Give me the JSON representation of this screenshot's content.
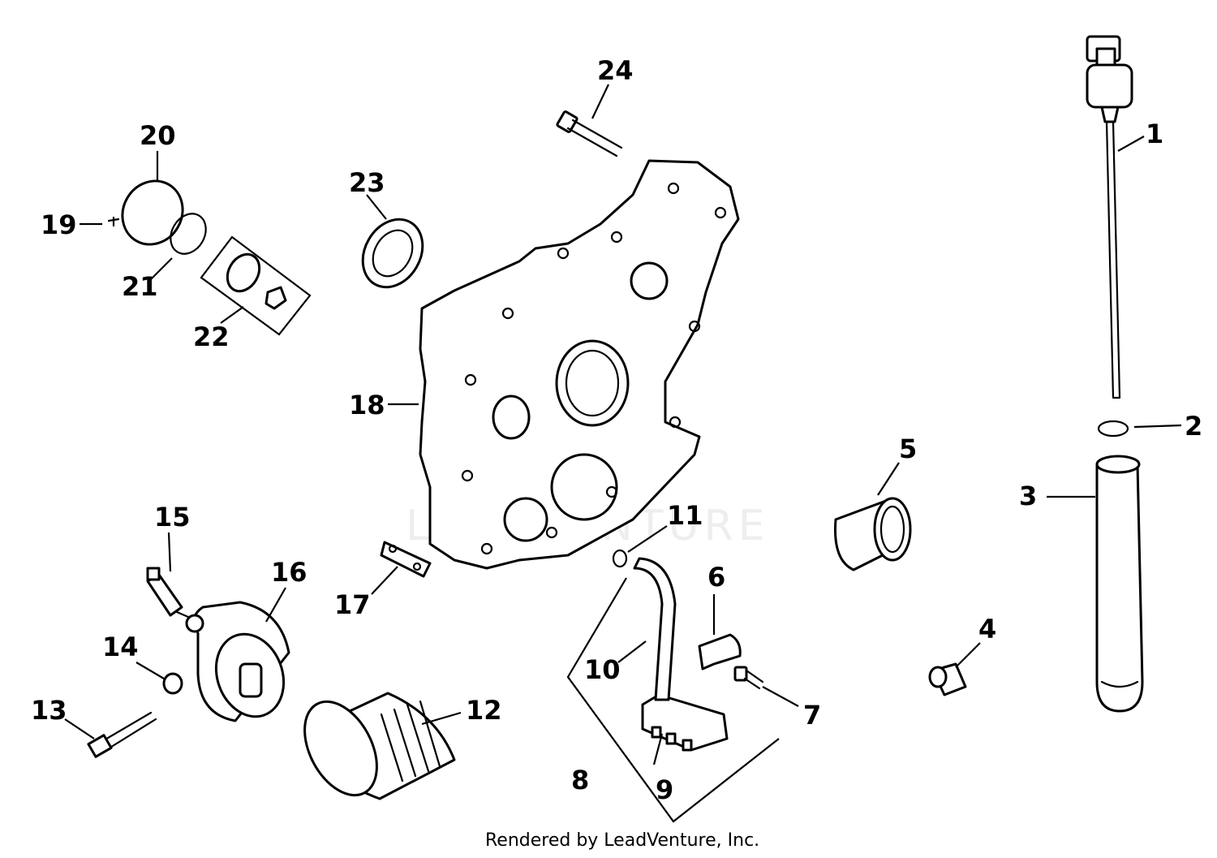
{
  "credit": "Rendered by LeadVenture, Inc.",
  "watermark": "LEADVENTURE",
  "callouts": [
    {
      "id": "c1",
      "label": "1"
    },
    {
      "id": "c2",
      "label": "2"
    },
    {
      "id": "c3",
      "label": "3"
    },
    {
      "id": "c4",
      "label": "4"
    },
    {
      "id": "c5",
      "label": "5"
    },
    {
      "id": "c6",
      "label": "6"
    },
    {
      "id": "c7",
      "label": "7"
    },
    {
      "id": "c8",
      "label": "8"
    },
    {
      "id": "c9",
      "label": "9"
    },
    {
      "id": "c10",
      "label": "10"
    },
    {
      "id": "c11",
      "label": "11"
    },
    {
      "id": "c12",
      "label": "12"
    },
    {
      "id": "c13",
      "label": "13"
    },
    {
      "id": "c14",
      "label": "14"
    },
    {
      "id": "c15",
      "label": "15"
    },
    {
      "id": "c16",
      "label": "16"
    },
    {
      "id": "c17",
      "label": "17"
    },
    {
      "id": "c18",
      "label": "18"
    },
    {
      "id": "c19",
      "label": "19"
    },
    {
      "id": "c20",
      "label": "20"
    },
    {
      "id": "c21",
      "label": "21"
    },
    {
      "id": "c22",
      "label": "22"
    },
    {
      "id": "c23",
      "label": "23"
    },
    {
      "id": "c24",
      "label": "24"
    }
  ]
}
